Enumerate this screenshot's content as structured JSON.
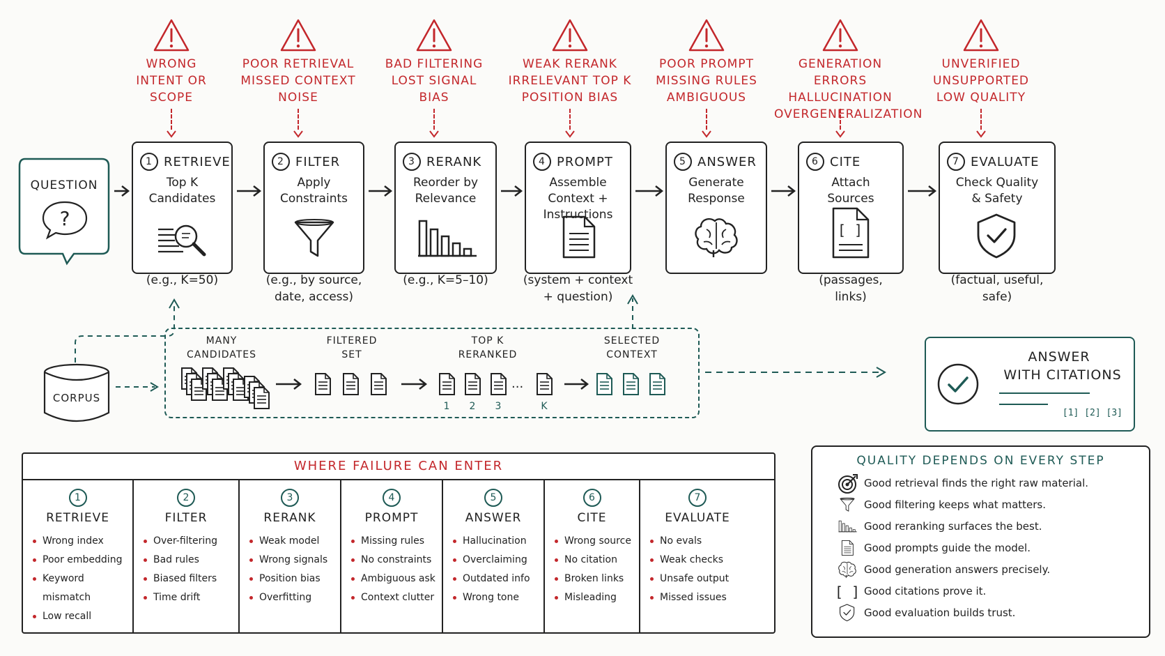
{
  "warnings": [
    {
      "lines": [
        "WRONG",
        "INTENT OR",
        "SCOPE"
      ]
    },
    {
      "lines": [
        "POOR RETRIEVAL",
        "MISSED CONTEXT",
        "NOISE"
      ]
    },
    {
      "lines": [
        "BAD FILTERING",
        "LOST SIGNAL",
        "BIAS"
      ]
    },
    {
      "lines": [
        "WEAK RERANK",
        "IRRELEVANT TOP K",
        "POSITION BIAS"
      ]
    },
    {
      "lines": [
        "POOR PROMPT",
        "MISSING RULES",
        "AMBIGUOUS"
      ]
    },
    {
      "lines": [
        "GENERATION ERRORS",
        "HALLUCINATION",
        "OVERGENERALIZATION"
      ]
    },
    {
      "lines": [
        "UNVERIFIED",
        "UNSUPPORTED",
        "LOW QUALITY"
      ]
    }
  ],
  "question": {
    "label": "QUESTION",
    "icon": "question-bubble-icon"
  },
  "steps": [
    {
      "num": "1",
      "title": "RETRIEVE",
      "sub": [
        "Top K",
        "Candidates"
      ],
      "note": [
        "(e.g., K=50)"
      ],
      "icon": "magnifier-list-icon"
    },
    {
      "num": "2",
      "title": "FILTER",
      "sub": [
        "Apply",
        "Constraints"
      ],
      "note": [
        "(e.g., by source,",
        "date, access)"
      ],
      "icon": "funnel-icon"
    },
    {
      "num": "3",
      "title": "RERANK",
      "sub": [
        "Reorder by",
        "Relevance"
      ],
      "note": [
        "(e.g., K=5–10)"
      ],
      "icon": "bar-chart-icon"
    },
    {
      "num": "4",
      "title": "PROMPT",
      "sub": [
        "Assemble",
        "Context +",
        "Instructions"
      ],
      "note": [
        "(system + context",
        "+ question)"
      ],
      "icon": "document-icon"
    },
    {
      "num": "5",
      "title": "ANSWER",
      "sub": [
        "Generate",
        "Response"
      ],
      "note": [],
      "icon": "brain-icon"
    },
    {
      "num": "6",
      "title": "CITE",
      "sub": [
        "Attach",
        "Sources"
      ],
      "note": [
        "(passages,",
        "links)"
      ],
      "icon": "cited-document-icon"
    },
    {
      "num": "7",
      "title": "EVALUATE",
      "sub": [
        "Check Quality",
        "& Safety"
      ],
      "note": [
        "(factual, useful,",
        "safe)"
      ],
      "icon": "shield-check-icon"
    }
  ],
  "corpus": {
    "label": "CORPUS"
  },
  "flow": {
    "stages": [
      {
        "lines": [
          "MANY",
          "CANDIDATES"
        ]
      },
      {
        "lines": [
          "FILTERED",
          "SET"
        ]
      },
      {
        "lines": [
          "TOP K",
          "RERANKED"
        ]
      },
      {
        "lines": [
          "SELECTED",
          "CONTEXT"
        ]
      }
    ],
    "rank_labels": [
      "1",
      "2",
      "3",
      "K"
    ],
    "ellipsis": "..."
  },
  "answer_box": {
    "lines": [
      "ANSWER",
      "WITH CITATIONS"
    ],
    "citations": "[1] [2] [3]"
  },
  "failure_table": {
    "title": "WHERE FAILURE CAN ENTER",
    "columns": [
      {
        "num": "1",
        "title": "RETRIEVE",
        "items": [
          "Wrong index",
          "Poor embedding",
          "Keyword mismatch",
          "Low recall"
        ]
      },
      {
        "num": "2",
        "title": "FILTER",
        "items": [
          "Over-filtering",
          "Bad rules",
          "Biased filters",
          "Time drift"
        ]
      },
      {
        "num": "3",
        "title": "RERANK",
        "items": [
          "Weak model",
          "Wrong signals",
          "Position bias",
          "Overfitting"
        ]
      },
      {
        "num": "4",
        "title": "PROMPT",
        "items": [
          "Missing rules",
          "No constraints",
          "Ambiguous ask",
          "Context clutter"
        ]
      },
      {
        "num": "5",
        "title": "ANSWER",
        "items": [
          "Hallucination",
          "Overclaiming",
          "Outdated info",
          "Wrong tone"
        ]
      },
      {
        "num": "6",
        "title": "CITE",
        "items": [
          "Wrong source",
          "No citation",
          "Broken links",
          "Misleading"
        ]
      },
      {
        "num": "7",
        "title": "EVALUATE",
        "items": [
          "No evals",
          "Weak checks",
          "Unsafe output",
          "Missed issues"
        ]
      }
    ]
  },
  "quality": {
    "title": "QUALITY DEPENDS ON EVERY STEP",
    "rows": [
      {
        "icon": "target-icon",
        "text": "Good retrieval finds the right raw material."
      },
      {
        "icon": "funnel-icon",
        "text": "Good filtering keeps what matters."
      },
      {
        "icon": "bar-chart-icon",
        "text": "Good reranking surfaces the best."
      },
      {
        "icon": "document-icon",
        "text": "Good prompts guide the model."
      },
      {
        "icon": "brain-icon",
        "text": "Good generation answers precisely."
      },
      {
        "icon": "brackets-icon",
        "text": "Good citations prove it."
      },
      {
        "icon": "shield-check-icon",
        "text": "Good evaluation builds trust."
      }
    ]
  },
  "colors": {
    "warning": "#c3272b",
    "teal": "#1e5a55",
    "ink": "#222222"
  }
}
